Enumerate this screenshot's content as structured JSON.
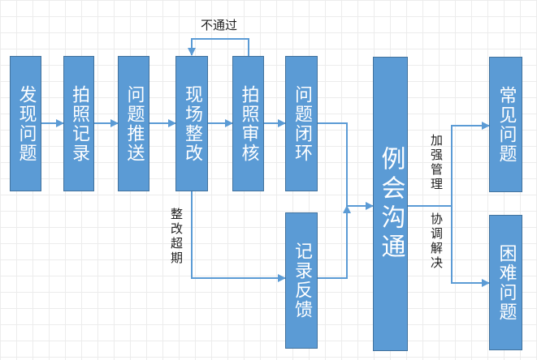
{
  "nodes": {
    "find_issue": "发现问题",
    "photo_record": "拍照记录",
    "push_issue": "问题推送",
    "onsite_fix": "现场整改",
    "photo_review": "拍照审核",
    "issue_close": "问题闭环",
    "record_feedback": "记录反馈",
    "regular_meeting": "例会沟通",
    "common_issue": "常见问题",
    "hard_issue": "困难问题"
  },
  "labels": {
    "not_passed": "不通过",
    "overdue": "整改超期",
    "strengthen": "加强管理",
    "coordinate": "协调解决"
  },
  "colors": {
    "node_fill": "#5b9bd5",
    "node_border": "#41719c",
    "arrow": "#5b9bd5"
  }
}
